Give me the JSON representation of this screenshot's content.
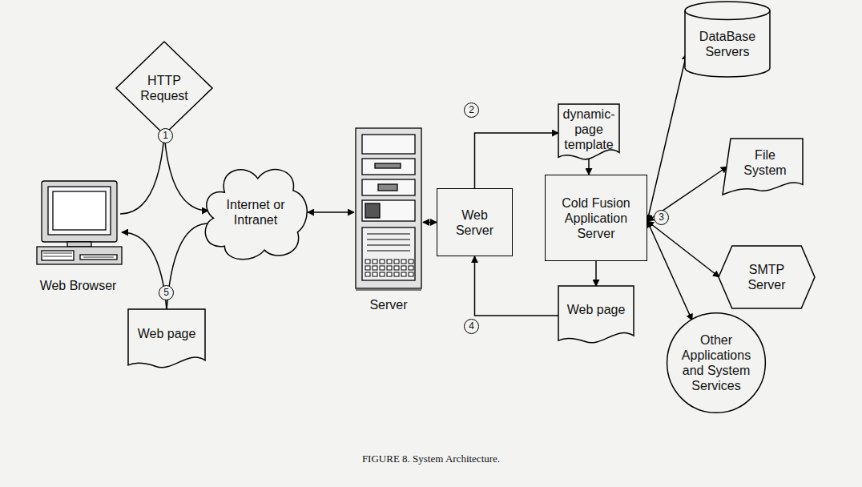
{
  "diagram": {
    "caption": "FIGURE 8. System Architecture.",
    "nodes": [
      {
        "text": [
          "HTTP Request"
        ]
      },
      {
        "text": [
          "Web Browser"
        ]
      },
      {
        "text": [
          "Web page"
        ]
      },
      {
        "text": [
          "Internet or Intranet"
        ]
      },
      {
        "text": [
          "Server"
        ]
      },
      {
        "text": [
          "Web Server"
        ]
      },
      {
        "text": [
          "dynamic-page template"
        ]
      },
      {
        "text": [
          "Cold Fusion Application Server"
        ]
      },
      {
        "text": [
          "Web page"
        ]
      },
      {
        "text": [
          "DataBase Servers"
        ]
      },
      {
        "text": [
          "File System"
        ]
      },
      {
        "text": [
          "SMTP Server"
        ]
      },
      {
        "text": [
          "Other Applications and System Services"
        ]
      }
    ],
    "edges": [
      {
        "from": 1,
        "to": 0,
        "arrow": "none"
      },
      {
        "from": 0,
        "to": 3,
        "arrow": "to"
      },
      {
        "from": 3,
        "to": 2,
        "arrow": "none"
      },
      {
        "from": 2,
        "to": 1,
        "arrow": "to"
      },
      {
        "from": 3,
        "to": 4,
        "arrow": "both"
      },
      {
        "from": 4,
        "to": 5,
        "arrow": "both"
      },
      {
        "from": 5,
        "to": 6,
        "arrow": "to"
      },
      {
        "from": 6,
        "to": 7,
        "arrow": "to"
      },
      {
        "from": 7,
        "to": 8,
        "arrow": "to"
      },
      {
        "from": 8,
        "to": 5,
        "arrow": "to"
      },
      {
        "from": 7,
        "to": 9,
        "arrow": "both"
      },
      {
        "from": 7,
        "to": 10,
        "arrow": "both"
      },
      {
        "from": 7,
        "to": 11,
        "arrow": "both"
      },
      {
        "from": 7,
        "to": 12,
        "arrow": "both"
      }
    ],
    "labels": [
      "1",
      "2",
      "3",
      "4",
      "5"
    ]
  }
}
